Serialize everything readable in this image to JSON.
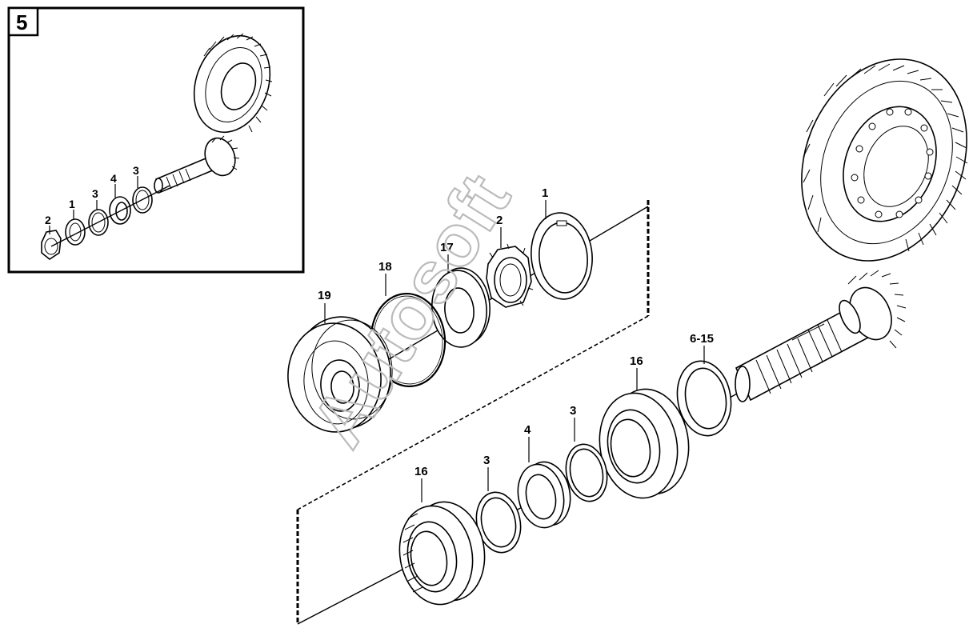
{
  "inset": {
    "number": "5",
    "callouts": [
      "2",
      "1",
      "3",
      "4",
      "3"
    ]
  },
  "main": {
    "callouts": {
      "c1": "1",
      "c2": "2",
      "c17": "17",
      "c18": "18",
      "c19": "19",
      "c16a": "16",
      "c16b": "16",
      "c3a": "3",
      "c3b": "3",
      "c4": "4",
      "c615": "6-15"
    }
  },
  "watermark": "Autosoft"
}
